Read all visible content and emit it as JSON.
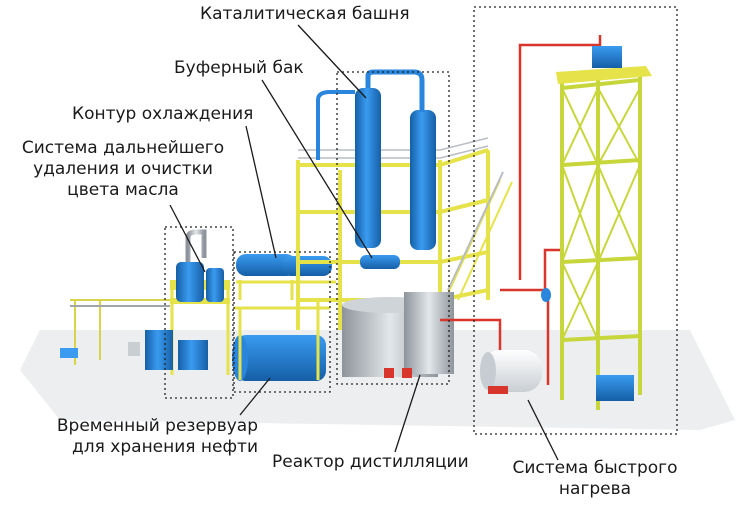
{
  "labels": {
    "catalytic_tower": "Каталитическая башня",
    "buffer_tank": "Буферный бак",
    "cooling_circuit": "Контур охлаждения",
    "oil_treatment_line1": "Система дальнейшего",
    "oil_treatment_line2": "удаления и очистки",
    "oil_treatment_line3": "цвета масла",
    "temp_tank_line1": "Временный резервуар",
    "temp_tank_line2": "для хранения нефти",
    "distill_reactor": "Реактор дистилляции",
    "fast_heat_line1": "Система быстрого",
    "fast_heat_line2": "нагрева"
  },
  "colors": {
    "frame_yellow": "#e6e24a",
    "vessel_blue": "#1f7fd6",
    "vessel_blue_dark": "#155fa6",
    "pipe_red": "#d8352c",
    "steel_gray": "#b8bec4",
    "ground": "#eceeef",
    "leader_line": "#1a1a1a"
  }
}
